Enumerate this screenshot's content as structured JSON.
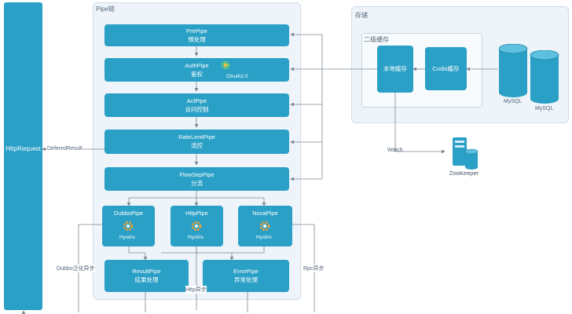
{
  "http_request": {
    "label": "HttpRequest",
    "edge_label": "DeferedResult"
  },
  "pipe_chain": {
    "title": "Pipe链"
  },
  "pipes": [
    {
      "name": "PrePipe",
      "desc": "预处理"
    },
    {
      "name": "AuthPipe",
      "desc": "鉴权",
      "badge": "OAuth2.0"
    },
    {
      "name": "AclPipe",
      "desc": "访问控制"
    },
    {
      "name": "RateLimitPipe",
      "desc": "流控"
    },
    {
      "name": "FlowSepPipe",
      "desc": "分流"
    }
  ],
  "route_pipes": [
    {
      "name": "DubboPipe",
      "desc": "Hystrix"
    },
    {
      "name": "HttpPipe",
      "desc": "Hystrix"
    },
    {
      "name": "NovaPipe",
      "desc": "Hystrix"
    }
  ],
  "result_pipe": {
    "name": "ResultPipe",
    "desc": "结果处理"
  },
  "error_pipe": {
    "name": "ErrorPipe",
    "desc": "异常处理"
  },
  "edge_labels": {
    "dubbo": "Dubbo泛化异步",
    "rpc": "Rpc异步",
    "http": "Http异步",
    "watch": "Watch"
  },
  "storage": {
    "title": "存储",
    "cache_title": "二级缓存",
    "local_cache": "本地缓存",
    "codis_cache": "Codis缓存",
    "mysql_1": "MySQL",
    "mysql_2": "MySQL"
  },
  "zookeeper": {
    "label": "ZooKeeper"
  },
  "colors": {
    "box": "#2aa0c6",
    "panel": "#eef4f9",
    "line": "#7b8794"
  }
}
